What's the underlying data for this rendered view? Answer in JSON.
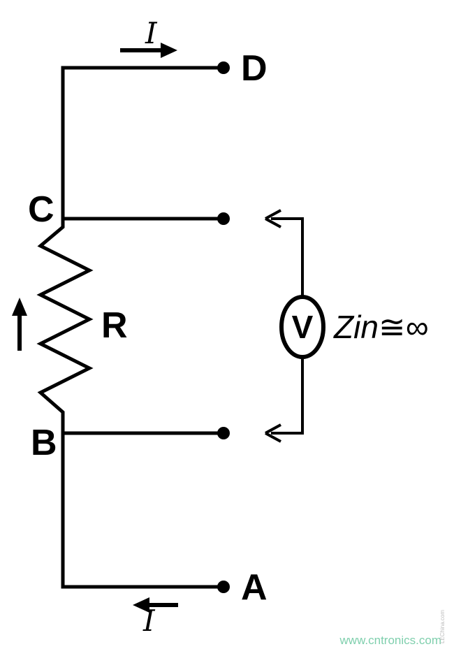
{
  "diagram": {
    "terminals": {
      "d": "D",
      "c": "C",
      "b": "B",
      "a": "A"
    },
    "resistor": {
      "label": "R"
    },
    "voltmeter": {
      "label": "V",
      "impedance": "Zin≅∞"
    },
    "current": {
      "symbol_top": "I",
      "symbol_bottom": "I"
    },
    "colors": {
      "line": "#000000",
      "watermark": "#7fcfad",
      "side_watermark": "#bcbcbc"
    }
  },
  "footer": {
    "watermark": "www.cntronics.com",
    "side_watermark": "LEChina.com"
  }
}
